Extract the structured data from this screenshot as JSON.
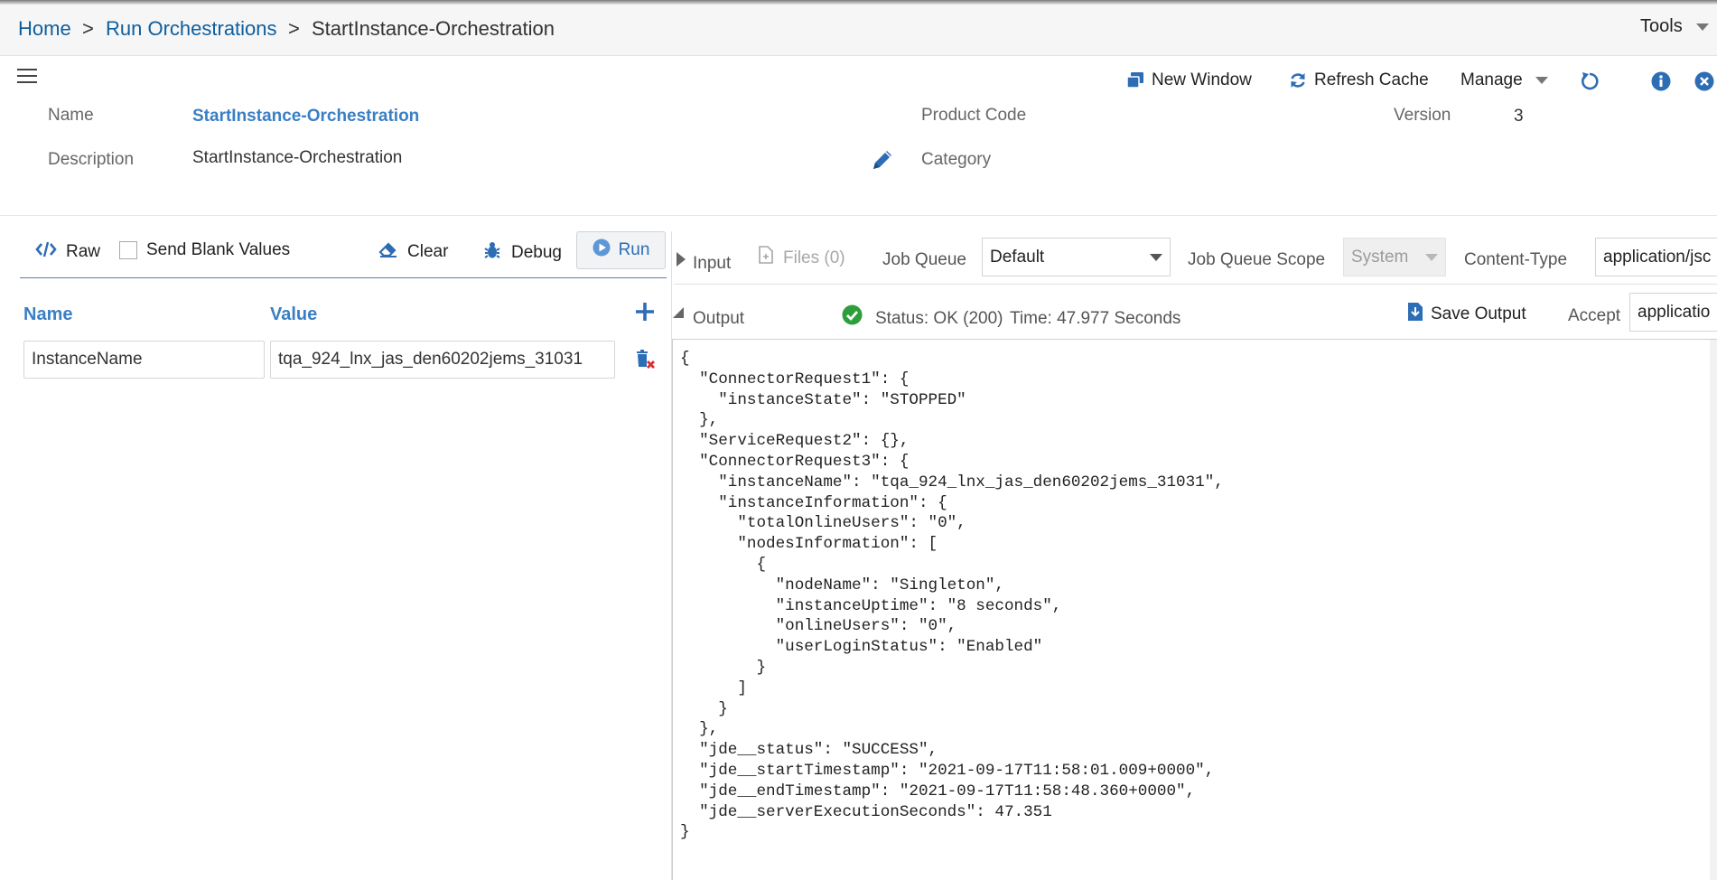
{
  "breadcrumb": {
    "home": "Home",
    "sep1": ">",
    "run_orchestrations": "Run Orchestrations",
    "sep2": ">",
    "current": "StartInstance-Orchestration"
  },
  "header": {
    "tools_label": "Tools"
  },
  "toolbar": {
    "new_window": "New Window",
    "refresh_cache": "Refresh Cache",
    "manage": "Manage"
  },
  "properties": {
    "name_label": "Name",
    "name_value": "StartInstance-Orchestration",
    "description_label": "Description",
    "description_value": "StartInstance-Orchestration",
    "product_code_label": "Product Code",
    "category_label": "Category",
    "version_label": "Version",
    "version_value": "3"
  },
  "left_panel": {
    "raw": "Raw",
    "send_blank_values": "Send Blank Values",
    "send_blank_checked": false,
    "clear": "Clear",
    "debug": "Debug",
    "run": "Run",
    "col_name": "Name",
    "col_value": "Value",
    "rows": [
      {
        "name": "InstanceName",
        "value": "tqa_924_lnx_jas_den60202jems_31031"
      }
    ]
  },
  "right_panel": {
    "input_label": "Input",
    "files_label": "Files (0)",
    "job_queue_label": "Job Queue",
    "job_queue_value": "Default",
    "job_queue_scope_label": "Job Queue Scope",
    "job_queue_scope_value": "System",
    "content_type_label": "Content-Type",
    "content_type_value": "application/jsc",
    "output_label": "Output",
    "status_text": "Status: OK (200)",
    "time_text": "Time: 47.977 Seconds",
    "save_output": "Save Output",
    "accept_label": "Accept",
    "accept_value": "applicatio",
    "output_json": "{\n  \"ConnectorRequest1\": {\n    \"instanceState\": \"STOPPED\"\n  },\n  \"ServiceRequest2\": {},\n  \"ConnectorRequest3\": {\n    \"instanceName\": \"tqa_924_lnx_jas_den60202jems_31031\",\n    \"instanceInformation\": {\n      \"totalOnlineUsers\": \"0\",\n      \"nodesInformation\": [\n        {\n          \"nodeName\": \"Singleton\",\n          \"instanceUptime\": \"8 seconds\",\n          \"onlineUsers\": \"0\",\n          \"userLoginStatus\": \"Enabled\"\n        }\n      ]\n    }\n  },\n  \"jde__status\": \"SUCCESS\",\n  \"jde__startTimestamp\": \"2021-09-17T11:58:01.009+0000\",\n  \"jde__endTimestamp\": \"2021-09-17T11:58:48.360+0000\",\n  \"jde__serverExecutionSeconds\": 47.351\n}"
  },
  "icons": {
    "new_window": "new-window-icon",
    "refresh_cache": "refresh-icon",
    "reload": "reload-icon",
    "info": "info-icon",
    "close": "close-icon",
    "edit": "pencil-icon",
    "raw": "code-icon",
    "clear": "eraser-icon",
    "debug": "bug-icon",
    "run": "play-icon",
    "add_row": "plus-icon",
    "delete_row": "delete-row-icon",
    "status_ok": "check-circle-icon",
    "save_output": "download-file-icon"
  },
  "colors": {
    "link": "#0d5e9e",
    "accent": "#2d6db5",
    "title_blue": "#3a7fc4",
    "status_ok": "#2e9e3b",
    "delete": "#d9302e"
  }
}
